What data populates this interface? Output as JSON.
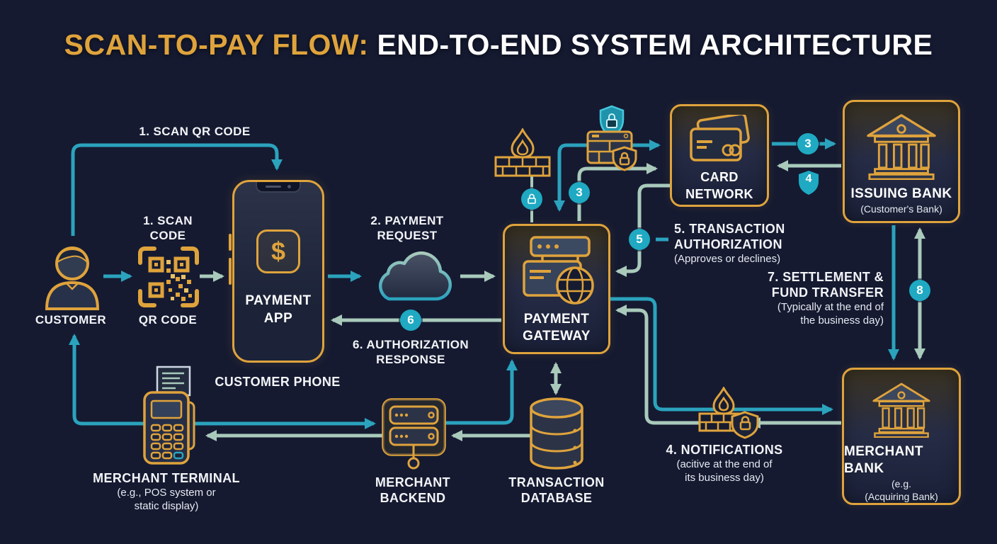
{
  "title": {
    "accent": "SCAN-TO-PAY FLOW:",
    "rest": "END-TO-END SYSTEM ARCHITECTURE"
  },
  "colors": {
    "background": "#151a31",
    "gold": "#DFA33C",
    "teal": "#2BA3BD",
    "sage": "#A9CABB",
    "text": "#F2F4F7",
    "badge": "#1FA9C2"
  },
  "badges": {
    "gateway_to_card": "3",
    "card_to_issuing": "3",
    "issuing_to_card": "4",
    "authorization": "5",
    "auth_response": "6",
    "settlement": "8"
  },
  "icons": {
    "dollar": "$"
  },
  "annotations": {
    "scan_qr": "1. SCAN QR CODE",
    "scan_code_lines": [
      "1. SCAN",
      "CODE"
    ],
    "payment_request_lines": [
      "2. PAYMENT",
      "REQUEST"
    ],
    "auth_response_lines": [
      "6. AUTHORIZATION",
      "RESPONSE"
    ],
    "transaction_auth_lines": [
      "5. TRANSACTION",
      "AUTHORIZATION"
    ],
    "transaction_auth_sub": "(Approves or declines)",
    "settlement_lines": [
      "7. SETTLEMENT &",
      "FUND TRANSFER"
    ],
    "settlement_sub_lines": [
      "(Typically at the end of",
      "the business day)"
    ],
    "notifications_title": "4. NOTIFICATIONS",
    "notifications_sub_lines": [
      "(acitive at the end of",
      "its business day)"
    ]
  },
  "nodes": {
    "customer": {
      "label": "CUSTOMER"
    },
    "qr": {
      "label": "QR CODE"
    },
    "phone": {
      "app_lines": [
        "PAYMENT",
        "APP"
      ],
      "caption": "CUSTOMER PHONE"
    },
    "gateway": {
      "lines": [
        "PAYMENT",
        "GATEWAY"
      ]
    },
    "card_network": {
      "lines": [
        "CARD",
        "NETWORK"
      ]
    },
    "issuing_bank": {
      "label": "ISSUING BANK",
      "sub": "(Customer's Bank)"
    },
    "merchant_bank": {
      "label": "MERCHANT BANK",
      "sub1": "(e.g.",
      "sub2": "(Acquiring Bank)"
    },
    "terminal": {
      "label": "MERCHANT TERMINAL",
      "sub1": "(e.g., POS system or",
      "sub2": "static display)"
    },
    "backend": {
      "lines": [
        "MERCHANT",
        "BACKEND"
      ]
    },
    "database": {
      "lines": [
        "TRANSACTION",
        "DATABASE"
      ]
    }
  }
}
